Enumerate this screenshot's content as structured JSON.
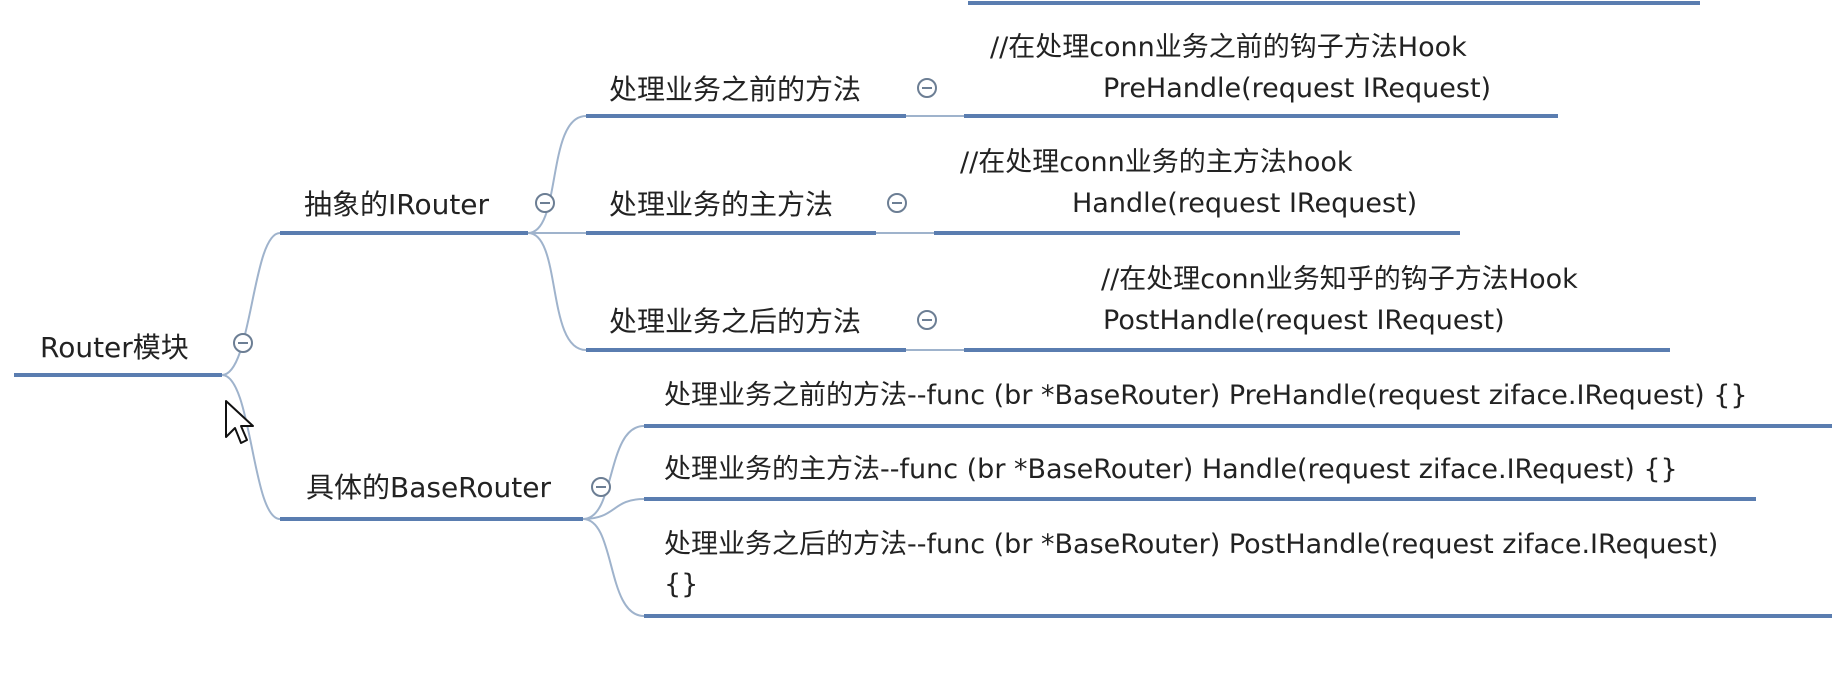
{
  "colors": {
    "underline": "#5a7db0",
    "connector": "#9fb3cc",
    "text": "#222222",
    "toggle": "#6c7e94"
  },
  "root": {
    "label": "Router模块"
  },
  "branches": [
    {
      "label": "抽象的IRouter",
      "children": [
        {
          "label": "处理业务之前的方法",
          "detail_line1": "//在处理conn业务之前的钩子方法Hook",
          "detail_line2": "PreHandle(request IRequest)"
        },
        {
          "label": "处理业务的主方法",
          "detail_line1": "//在处理conn业务的主方法hook",
          "detail_line2": "Handle(request IRequest)"
        },
        {
          "label": "处理业务之后的方法",
          "detail_line1": "//在处理conn业务知乎的钩子方法Hook",
          "detail_line2": "PostHandle(request IRequest)"
        }
      ]
    },
    {
      "label": "具体的BaseRouter",
      "children": [
        {
          "line1": "处理业务之前的方法--func (br *BaseRouter) PreHandle(request ziface.IRequest) {}"
        },
        {
          "line1": "处理业务的主方法--func (br *BaseRouter) Handle(request ziface.IRequest) {}"
        },
        {
          "line1": "处理业务之后的方法--func (br *BaseRouter)  PostHandle(request ziface.IRequest)",
          "line2": "{}"
        }
      ]
    }
  ]
}
